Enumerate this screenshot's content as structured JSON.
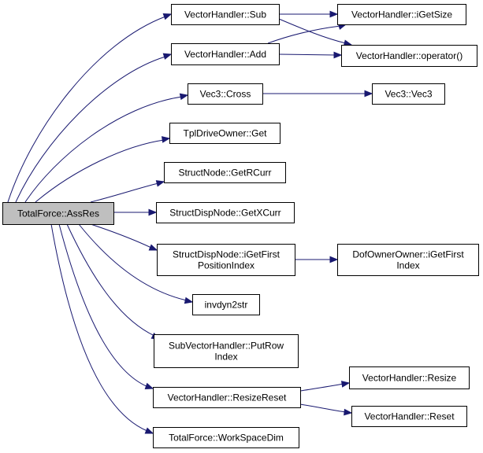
{
  "diagram": {
    "colors": {
      "edge": "#191970",
      "root_fill": "#bfbfbf",
      "node_fill": "#ffffff",
      "border": "#000000"
    },
    "nodes": [
      {
        "id": "totalforce-assres",
        "lines": [
          "TotalForce::AssRes"
        ],
        "root": true
      },
      {
        "id": "vectorhandler-sub",
        "lines": [
          "VectorHandler::Sub"
        ]
      },
      {
        "id": "vectorhandler-add",
        "lines": [
          "VectorHandler::Add"
        ]
      },
      {
        "id": "vectorhandler-igetsize",
        "lines": [
          "VectorHandler::iGetSize"
        ]
      },
      {
        "id": "vectorhandler-operator",
        "lines": [
          "VectorHandler::operator()"
        ]
      },
      {
        "id": "vec3-cross",
        "lines": [
          "Vec3::Cross"
        ]
      },
      {
        "id": "vec3-vec3",
        "lines": [
          "Vec3::Vec3"
        ]
      },
      {
        "id": "tpldriveowner-get",
        "lines": [
          "TplDriveOwner::Get"
        ]
      },
      {
        "id": "structnode-getrcurr",
        "lines": [
          "StructNode::GetRCurr"
        ]
      },
      {
        "id": "structdispnode-getxcurr",
        "lines": [
          "StructDispNode::GetXCurr"
        ]
      },
      {
        "id": "structdispnode-igetfirstpositionindex",
        "lines": [
          "StructDispNode::iGetFirst",
          "PositionIndex"
        ]
      },
      {
        "id": "dofownerowner-igetfirstindex",
        "lines": [
          "DofOwnerOwner::iGetFirst",
          "Index"
        ]
      },
      {
        "id": "invdyn2str",
        "lines": [
          "invdyn2str"
        ]
      },
      {
        "id": "subvectorhandler-putrowindex",
        "lines": [
          "SubVectorHandler::PutRow",
          "Index"
        ]
      },
      {
        "id": "vectorhandler-resizereset",
        "lines": [
          "VectorHandler::ResizeReset"
        ]
      },
      {
        "id": "vectorhandler-resize",
        "lines": [
          "VectorHandler::Resize"
        ]
      },
      {
        "id": "vectorhandler-reset",
        "lines": [
          "VectorHandler::Reset"
        ]
      },
      {
        "id": "totalforce-workspacedim",
        "lines": [
          "TotalForce::WorkSpaceDim"
        ]
      }
    ],
    "edges": [
      {
        "from": "totalforce-assres",
        "to": "vectorhandler-sub"
      },
      {
        "from": "totalforce-assres",
        "to": "vectorhandler-add"
      },
      {
        "from": "totalforce-assres",
        "to": "vec3-cross"
      },
      {
        "from": "totalforce-assres",
        "to": "tpldriveowner-get"
      },
      {
        "from": "totalforce-assres",
        "to": "structnode-getrcurr"
      },
      {
        "from": "totalforce-assres",
        "to": "structdispnode-getxcurr"
      },
      {
        "from": "totalforce-assres",
        "to": "structdispnode-igetfirstpositionindex"
      },
      {
        "from": "totalforce-assres",
        "to": "invdyn2str"
      },
      {
        "from": "totalforce-assres",
        "to": "subvectorhandler-putrowindex"
      },
      {
        "from": "totalforce-assres",
        "to": "vectorhandler-resizereset"
      },
      {
        "from": "totalforce-assres",
        "to": "totalforce-workspacedim"
      },
      {
        "from": "vectorhandler-sub",
        "to": "vectorhandler-igetsize"
      },
      {
        "from": "vectorhandler-sub",
        "to": "vectorhandler-operator"
      },
      {
        "from": "vectorhandler-add",
        "to": "vectorhandler-igetsize"
      },
      {
        "from": "vectorhandler-add",
        "to": "vectorhandler-operator"
      },
      {
        "from": "vec3-cross",
        "to": "vec3-vec3"
      },
      {
        "from": "structdispnode-igetfirstpositionindex",
        "to": "dofownerowner-igetfirstindex"
      },
      {
        "from": "vectorhandler-resizereset",
        "to": "vectorhandler-resize"
      },
      {
        "from": "vectorhandler-resizereset",
        "to": "vectorhandler-reset"
      }
    ]
  }
}
